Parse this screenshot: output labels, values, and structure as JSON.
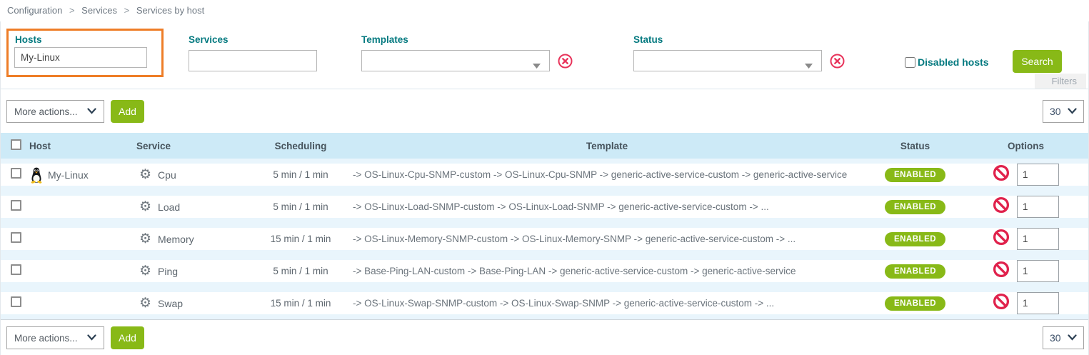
{
  "breadcrumb": {
    "separator": ">",
    "items": [
      "Configuration",
      "Services",
      "Services by host"
    ]
  },
  "filters": {
    "hosts": {
      "label": "Hosts",
      "value": "My-Linux",
      "highlighted": true
    },
    "services": {
      "label": "Services",
      "value": ""
    },
    "templates": {
      "label": "Templates",
      "value": ""
    },
    "status": {
      "label": "Status",
      "value": ""
    },
    "disabled_hosts": {
      "label": "Disabled hosts",
      "checked": false
    },
    "search_button": "Search",
    "filters_tab": "Filters"
  },
  "toolbar_top": {
    "more_actions": "More actions...",
    "add_button": "Add",
    "page_size": "30"
  },
  "toolbar_bottom": {
    "more_actions": "More actions...",
    "add_button": "Add",
    "page_size": "30"
  },
  "table": {
    "columns": [
      "Host",
      "Service",
      "Scheduling",
      "Template",
      "Status",
      "Options"
    ],
    "rows": [
      {
        "host": "My-Linux",
        "host_icon": "linux-penguin",
        "service": "Cpu",
        "scheduling": "5 min / 1 min",
        "template": "-> OS-Linux-Cpu-SNMP-custom -> OS-Linux-Cpu-SNMP -> generic-active-service-custom -> generic-active-service",
        "status": "ENABLED",
        "options_value": "1"
      },
      {
        "host": "",
        "host_icon": "",
        "service": "Load",
        "scheduling": "5 min / 1 min",
        "template": "-> OS-Linux-Load-SNMP-custom -> OS-Linux-Load-SNMP -> generic-active-service-custom -> ...",
        "status": "ENABLED",
        "options_value": "1"
      },
      {
        "host": "",
        "host_icon": "",
        "service": "Memory",
        "scheduling": "15 min / 1 min",
        "template": "-> OS-Linux-Memory-SNMP-custom -> OS-Linux-Memory-SNMP -> generic-active-service-custom -> ...",
        "status": "ENABLED",
        "options_value": "1"
      },
      {
        "host": "",
        "host_icon": "",
        "service": "Ping",
        "scheduling": "5 min / 1 min",
        "template": "-> Base-Ping-LAN-custom -> Base-Ping-LAN -> generic-active-service-custom -> generic-active-service",
        "status": "ENABLED",
        "options_value": "1"
      },
      {
        "host": "",
        "host_icon": "",
        "service": "Swap",
        "scheduling": "15 min / 1 min",
        "template": "-> OS-Linux-Swap-SNMP-custom -> OS-Linux-Swap-SNMP -> generic-active-service-custom -> ...",
        "status": "ENABLED",
        "options_value": "1"
      }
    ]
  },
  "icons": {
    "dropdown_caret": "chevron-down-icon",
    "clear_filter": "circle-x-icon",
    "service": "gear-icon",
    "host_os": "linux-penguin-icon",
    "disable": "prohibition-icon",
    "gear_glyph": "⚙"
  },
  "colors": {
    "highlight_orange": "#ee7d27",
    "label_teal": "#057a80",
    "action_green": "#88b917",
    "alert_red": "#e0224c",
    "header_blue": "#cdeaf7",
    "row_stripe_blue": "#e9f5fc"
  }
}
